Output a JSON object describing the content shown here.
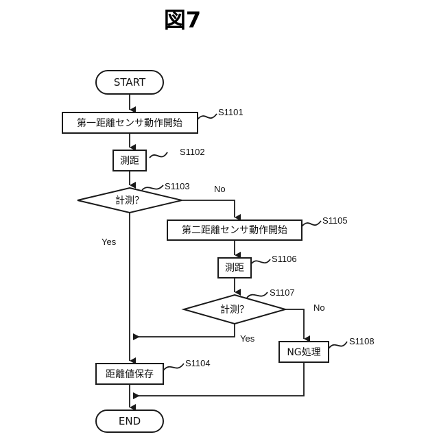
{
  "figure_title": "図7",
  "nodes": {
    "start": "START",
    "s1101": "第一距離センサ動作開始",
    "s1102": "測距",
    "s1103": "計測？",
    "s1104": "距離値保存",
    "s1105": "第二距離センサ動作開始",
    "s1106": "測距",
    "s1107": "計測？",
    "s1108": "NG処理",
    "end": "END"
  },
  "step_labels": {
    "s1101": "S1101",
    "s1102": "S1102",
    "s1103": "S1103",
    "s1104": "S1104",
    "s1105": "S1105",
    "s1106": "S1106",
    "s1107": "S1107",
    "s1108": "S1108"
  },
  "edges": {
    "s1103_no": "No",
    "s1103_yes": "Yes",
    "s1107_no": "No",
    "s1107_yes": "Yes"
  }
}
